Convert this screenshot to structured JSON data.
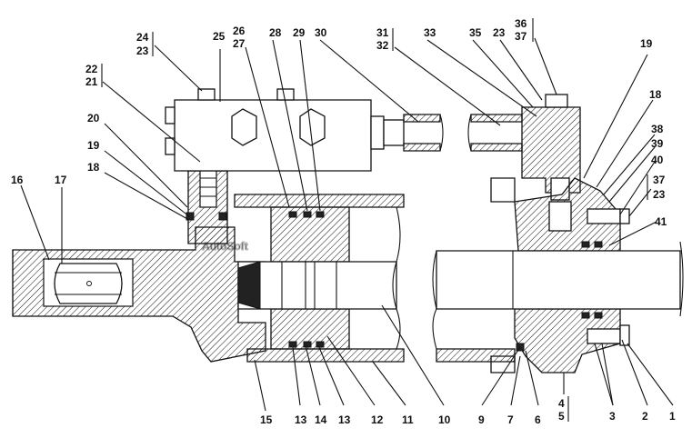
{
  "watermark": "AutoSoft",
  "callouts": [
    {
      "id": "c24",
      "text": "24"
    },
    {
      "id": "c23a",
      "text": "23"
    },
    {
      "id": "c25",
      "text": "25"
    },
    {
      "id": "c26",
      "text": "26"
    },
    {
      "id": "c27",
      "text": "27"
    },
    {
      "id": "c28",
      "text": "28"
    },
    {
      "id": "c29",
      "text": "29"
    },
    {
      "id": "c30",
      "text": "30"
    },
    {
      "id": "c31",
      "text": "31"
    },
    {
      "id": "c32",
      "text": "32"
    },
    {
      "id": "c33",
      "text": "33"
    },
    {
      "id": "c35",
      "text": "35"
    },
    {
      "id": "c23b",
      "text": "23"
    },
    {
      "id": "c36",
      "text": "36"
    },
    {
      "id": "c37a",
      "text": "37"
    },
    {
      "id": "c19a",
      "text": "19"
    },
    {
      "id": "c18a",
      "text": "18"
    },
    {
      "id": "c38",
      "text": "38"
    },
    {
      "id": "c39",
      "text": "39"
    },
    {
      "id": "c40",
      "text": "40"
    },
    {
      "id": "c37b",
      "text": "37"
    },
    {
      "id": "c23c",
      "text": "23"
    },
    {
      "id": "c41",
      "text": "41"
    },
    {
      "id": "c22",
      "text": "22"
    },
    {
      "id": "c21",
      "text": "21"
    },
    {
      "id": "c20",
      "text": "20"
    },
    {
      "id": "c19b",
      "text": "19"
    },
    {
      "id": "c18b",
      "text": "18"
    },
    {
      "id": "c16",
      "text": "16"
    },
    {
      "id": "c17",
      "text": "17"
    },
    {
      "id": "c15",
      "text": "15"
    },
    {
      "id": "c13a",
      "text": "13"
    },
    {
      "id": "c14",
      "text": "14"
    },
    {
      "id": "c13b",
      "text": "13"
    },
    {
      "id": "c12",
      "text": "12"
    },
    {
      "id": "c11",
      "text": "11"
    },
    {
      "id": "c10",
      "text": "10"
    },
    {
      "id": "c9",
      "text": "9"
    },
    {
      "id": "c7",
      "text": "7"
    },
    {
      "id": "c6",
      "text": "6"
    },
    {
      "id": "c4",
      "text": "4"
    },
    {
      "id": "c5",
      "text": "5"
    },
    {
      "id": "c3",
      "text": "3"
    },
    {
      "id": "c2",
      "text": "2"
    },
    {
      "id": "c1",
      "text": "1"
    }
  ]
}
